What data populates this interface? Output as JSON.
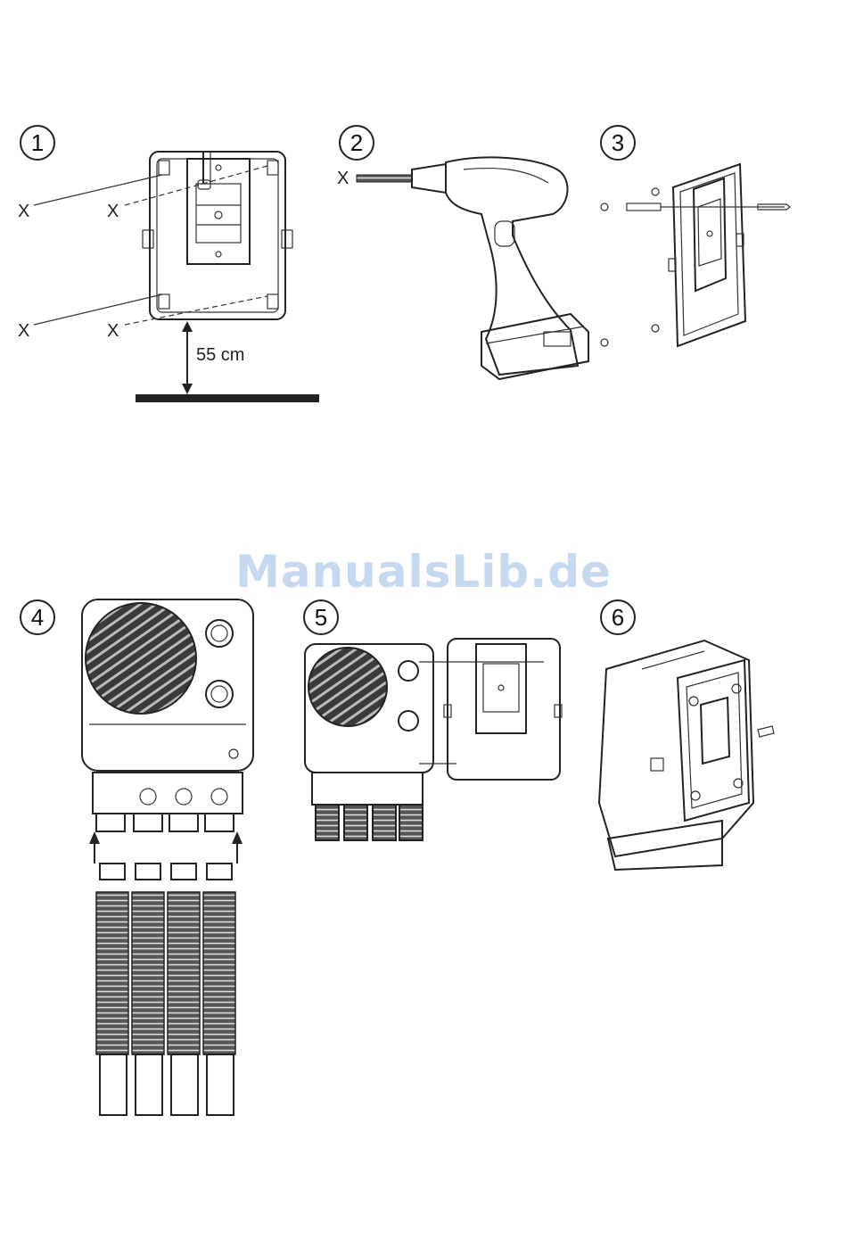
{
  "watermark": "ManualsLib.de",
  "steps": [
    {
      "number": "1",
      "marks": [
        "X",
        "X",
        "X",
        "X"
      ],
      "distance": "55 cm"
    },
    {
      "number": "2",
      "marks": [
        "X"
      ]
    },
    {
      "number": "3"
    },
    {
      "number": "4"
    },
    {
      "number": "5"
    },
    {
      "number": "6"
    }
  ],
  "colors": {
    "ink": "#222222",
    "watermark": "#c6d9f1",
    "panel": "#ffffff"
  }
}
